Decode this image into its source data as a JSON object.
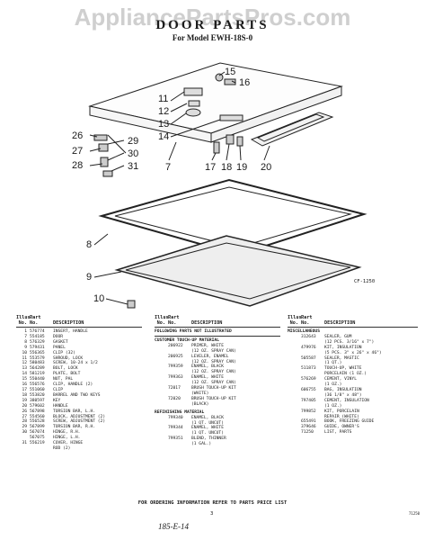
{
  "watermark": "AppliancePartsPros.com",
  "title": "DOOR PARTS",
  "model": "For Model EWH-18S-0",
  "cf_code": "CF-1250",
  "callouts": [
    {
      "n": "15"
    },
    {
      "n": "16"
    },
    {
      "n": "11"
    },
    {
      "n": "12"
    },
    {
      "n": "13"
    },
    {
      "n": "14"
    },
    {
      "n": "26"
    },
    {
      "n": "29"
    },
    {
      "n": "27"
    },
    {
      "n": "30"
    },
    {
      "n": "28"
    },
    {
      "n": "31"
    },
    {
      "n": "7"
    },
    {
      "n": "17"
    },
    {
      "n": "18"
    },
    {
      "n": "19"
    },
    {
      "n": "20"
    },
    {
      "n": "8"
    },
    {
      "n": "9"
    },
    {
      "n": "10"
    }
  ],
  "headers": {
    "illus": "Illus.",
    "part": "Part",
    "no": "No.",
    "partno": "No.",
    "desc": "DESCRIPTION"
  },
  "col1": [
    {
      "n": "1",
      "p": "576774",
      "d": "INSERT, HANDLE"
    },
    {
      "n": "7",
      "p": "554185",
      "d": "DOOR"
    },
    {
      "n": "8",
      "p": "576329",
      "d": "GASKET"
    },
    {
      "n": "9",
      "p": "579431",
      "d": "PANEL"
    },
    {
      "n": "10",
      "p": "556365",
      "d": "CLIP (32)"
    },
    {
      "n": "11",
      "p": "553579",
      "d": "SHROUD, LOCK"
    },
    {
      "n": "12",
      "p": "580483",
      "d": "SCREW, 10-24 x 1/2"
    },
    {
      "n": "13",
      "p": "564289",
      "d": "BOLT, LOCK"
    },
    {
      "n": "14",
      "p": "581219",
      "d": "PLATE, BOLT"
    },
    {
      "n": "15",
      "p": "550440",
      "d": "NUT, PAL"
    },
    {
      "n": "16",
      "p": "556576",
      "d": "CLIP, HANDLE (2)"
    },
    {
      "n": "17",
      "p": "551060",
      "d": "CLIP"
    },
    {
      "n": "18",
      "p": "553820",
      "d": "BARREL AND TWO KEYS"
    },
    {
      "n": "19",
      "p": "380597",
      "d": "KEY"
    },
    {
      "n": "20",
      "p": "579602",
      "d": "HANDLE"
    },
    {
      "n": "26",
      "p": "567898",
      "d": "TORSION BAR, L.H."
    },
    {
      "n": "27",
      "p": "554560",
      "d": "BLOCK, ADJUSTMENT (2)"
    },
    {
      "n": "28",
      "p": "556528",
      "d": "SCREW, ADJUSTMENT (2)"
    },
    {
      "n": "29",
      "p": "567899",
      "d": "TORSION BAR, R.H."
    },
    {
      "n": "30",
      "p": "567074",
      "d": "HINGE, R.H."
    },
    {
      "n": "",
      "p": "567075",
      "d": "HINGE, L.H."
    },
    {
      "n": "31",
      "p": "556219",
      "d": "COVER, HINGE"
    },
    {
      "n": "",
      "p": "",
      "d": "ROD (2)"
    }
  ],
  "col2_top": "FOLLOWING PARTS NOT ILLUSTRATED",
  "col2_sect1": "CUSTOMER TOUCH-UP MATERIAL",
  "col2_a": [
    {
      "p": "206922",
      "d": "PRIMER, WHITE"
    },
    {
      "p": "",
      "d": "(12 OZ. SPRAY CAN)"
    },
    {
      "p": "206925",
      "d": "LEVELER, ENAMEL"
    },
    {
      "p": "",
      "d": "(12 OZ. SPRAY CAN)"
    },
    {
      "p": "799359",
      "d": "ENAMEL, BLACK"
    },
    {
      "p": "",
      "d": "(12 OZ. SPRAY CAN)"
    },
    {
      "p": "799363",
      "d": "ENAMEL, WHITE"
    },
    {
      "p": "",
      "d": "(12 OZ. SPRAY CAN)"
    },
    {
      "p": "72017",
      "d": "BRUSH TOUCH-UP KIT"
    },
    {
      "p": "",
      "d": "(WHITE)"
    },
    {
      "p": "72020",
      "d": "BRUSH TOUCH-UP KIT"
    },
    {
      "p": "",
      "d": "(BLACK)"
    }
  ],
  "col2_sect2": "REFINISHING MATERIAL",
  "col2_b": [
    {
      "p": "799340",
      "d": "ENAMEL, BLACK"
    },
    {
      "p": "",
      "d": "(1 QT. UNCUT)"
    },
    {
      "p": "799344",
      "d": "ENAMEL, WHITE"
    },
    {
      "p": "",
      "d": "(1 QT. UNCUT)"
    },
    {
      "p": "799351",
      "d": "BLEND, THINNER"
    },
    {
      "p": "",
      "d": "(1 GAL.)"
    }
  ],
  "col3_sect": "MISCELLANEOUS",
  "col3": [
    {
      "p": "312643",
      "d": "SEALER, GUM"
    },
    {
      "p": "",
      "d": "(12 PCS. 3/16\" x 7\")"
    },
    {
      "p": "479976",
      "d": "KIT, INSULATION"
    },
    {
      "p": "",
      "d": "(5 PCS. 3\" x 26\" x 46\")"
    },
    {
      "p": "505587",
      "d": "SEALER, MASTIC"
    },
    {
      "p": "",
      "d": "(1 QT.)"
    },
    {
      "p": "511873",
      "d": "TOUCH-UP, WHITE"
    },
    {
      "p": "",
      "d": "PORCELAIN (1 OZ.)"
    },
    {
      "p": "576269",
      "d": "CEMENT, VINYL"
    },
    {
      "p": "",
      "d": "(1 OZ.)"
    },
    {
      "p": "606755",
      "d": "BAG, INSULATION"
    },
    {
      "p": "",
      "d": "(36 1/8\" x 48\")"
    },
    {
      "p": "797405",
      "d": "CEMENT, INSULATION"
    },
    {
      "p": "",
      "d": "(1 OZ.)"
    },
    {
      "p": "799852",
      "d": "KIT, PORCELAIN"
    },
    {
      "p": "",
      "d": "REPAIR (WHITE)"
    },
    {
      "p": "655491",
      "d": "BOOK, FREEZING GUIDE"
    },
    {
      "p": "379646",
      "d": "GUIDE, OWNER'S"
    },
    {
      "p": "71250",
      "d": "LIST, PARTS"
    }
  ],
  "footer": "FOR ORDERING INFORMATION REFER TO PARTS PRICE LIST",
  "page_number": "3",
  "corner_code": "71250",
  "handwritten": "185-E-14"
}
